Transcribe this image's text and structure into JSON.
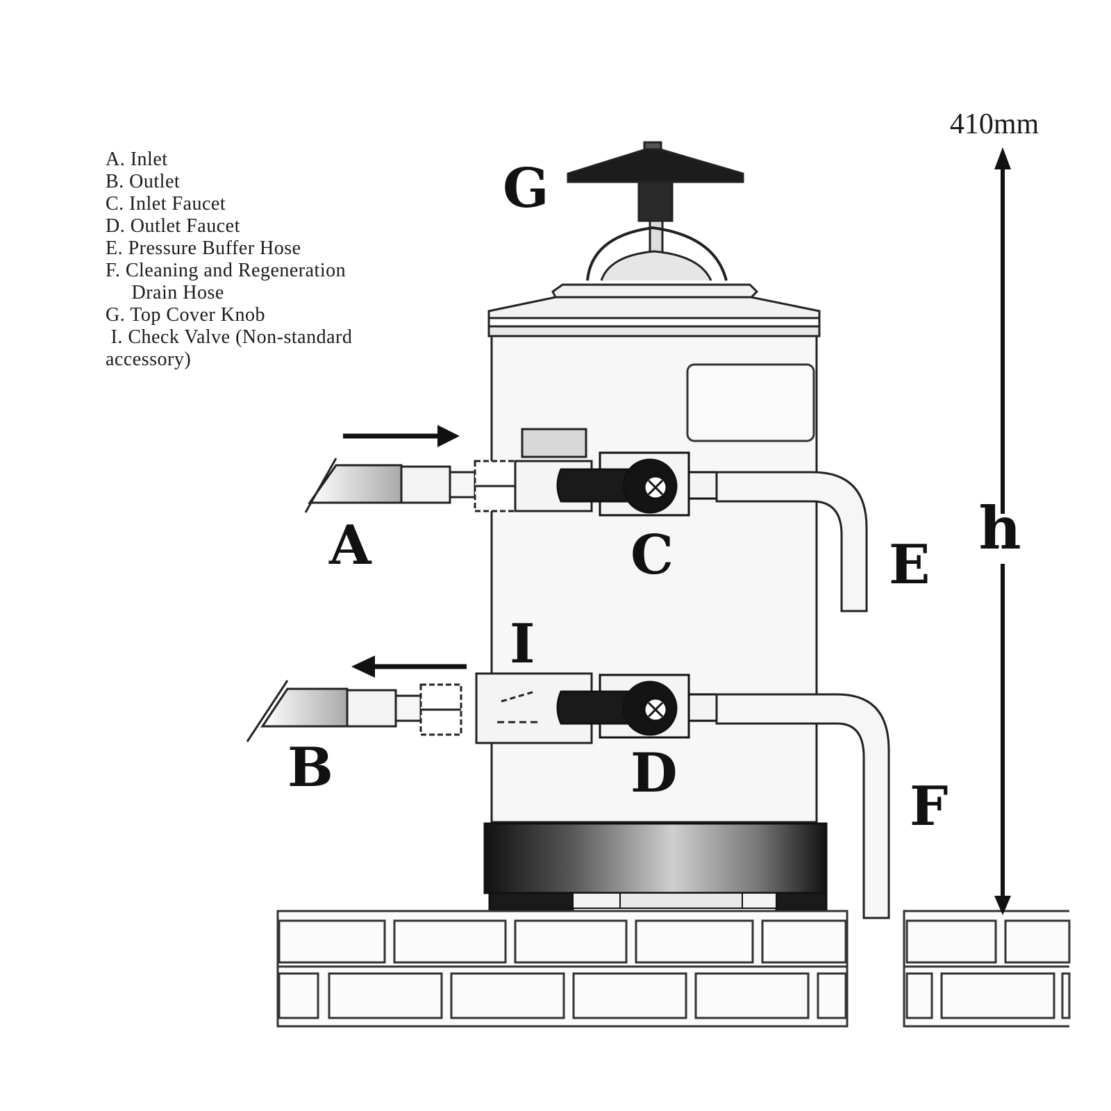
{
  "legend": [
    "A. Inlet",
    "B. Outlet",
    "C. Inlet Faucet",
    "D. Outlet Faucet",
    "E. Pressure Buffer Hose",
    "F. Cleaning and Regeneration",
    "     Drain Hose",
    "G. Top Cover Knob",
    " I. Check Valve (Non-standard",
    "accessory)"
  ],
  "callouts": {
    "a": "A",
    "b": "B",
    "c": "C",
    "d": "D",
    "e": "E",
    "f": "F",
    "g": "G",
    "i": "I"
  },
  "dimension": {
    "value": "410mm",
    "symbol": "h"
  },
  "colors": {
    "ink": "#111111",
    "line": "#333333",
    "fill_light": "#f4f4f4",
    "fill_dark": "#1c1c1c"
  }
}
